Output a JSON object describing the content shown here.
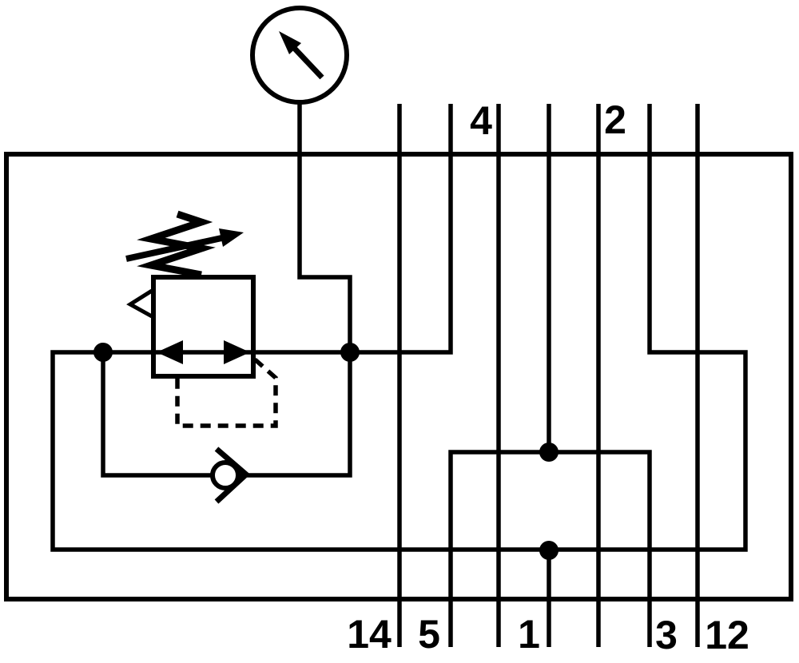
{
  "diagram": {
    "type": "pneumatic-circuit-schematic",
    "background_color": "#ffffff",
    "line_color": "#000000",
    "ports": {
      "top": [
        {
          "id": "port-4",
          "label": "4"
        },
        {
          "id": "port-2",
          "label": "2"
        }
      ],
      "bottom": [
        {
          "id": "port-14",
          "label": "14"
        },
        {
          "id": "port-5",
          "label": "5"
        },
        {
          "id": "port-1",
          "label": "1"
        },
        {
          "id": "port-3",
          "label": "3"
        },
        {
          "id": "port-12",
          "label": "12"
        }
      ]
    },
    "components": [
      {
        "name": "pressure-gauge"
      },
      {
        "name": "adjustable-pressure-regulator"
      },
      {
        "name": "check-valve"
      },
      {
        "name": "pilot-line"
      },
      {
        "name": "enclosure"
      }
    ]
  }
}
